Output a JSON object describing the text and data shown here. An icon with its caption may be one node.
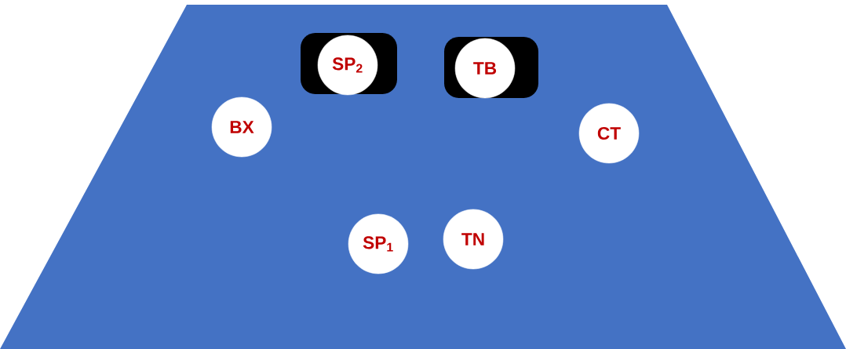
{
  "diagram": {
    "nodes": [
      {
        "text": [],
        "shape": "trapezoid"
      },
      {
        "text": [
          "SP$_{2}$"
        ],
        "in": 0
      },
      {
        "text": [
          "TB"
        ],
        "in": 0
      },
      {
        "text": [
          "BX"
        ],
        "in": 0
      },
      {
        "text": [
          "CT"
        ],
        "in": 0
      },
      {
        "text": [
          "SP$_{1}$"
        ],
        "in": 0
      },
      {
        "text": [
          "TN"
        ],
        "in": 0
      }
    ]
  }
}
